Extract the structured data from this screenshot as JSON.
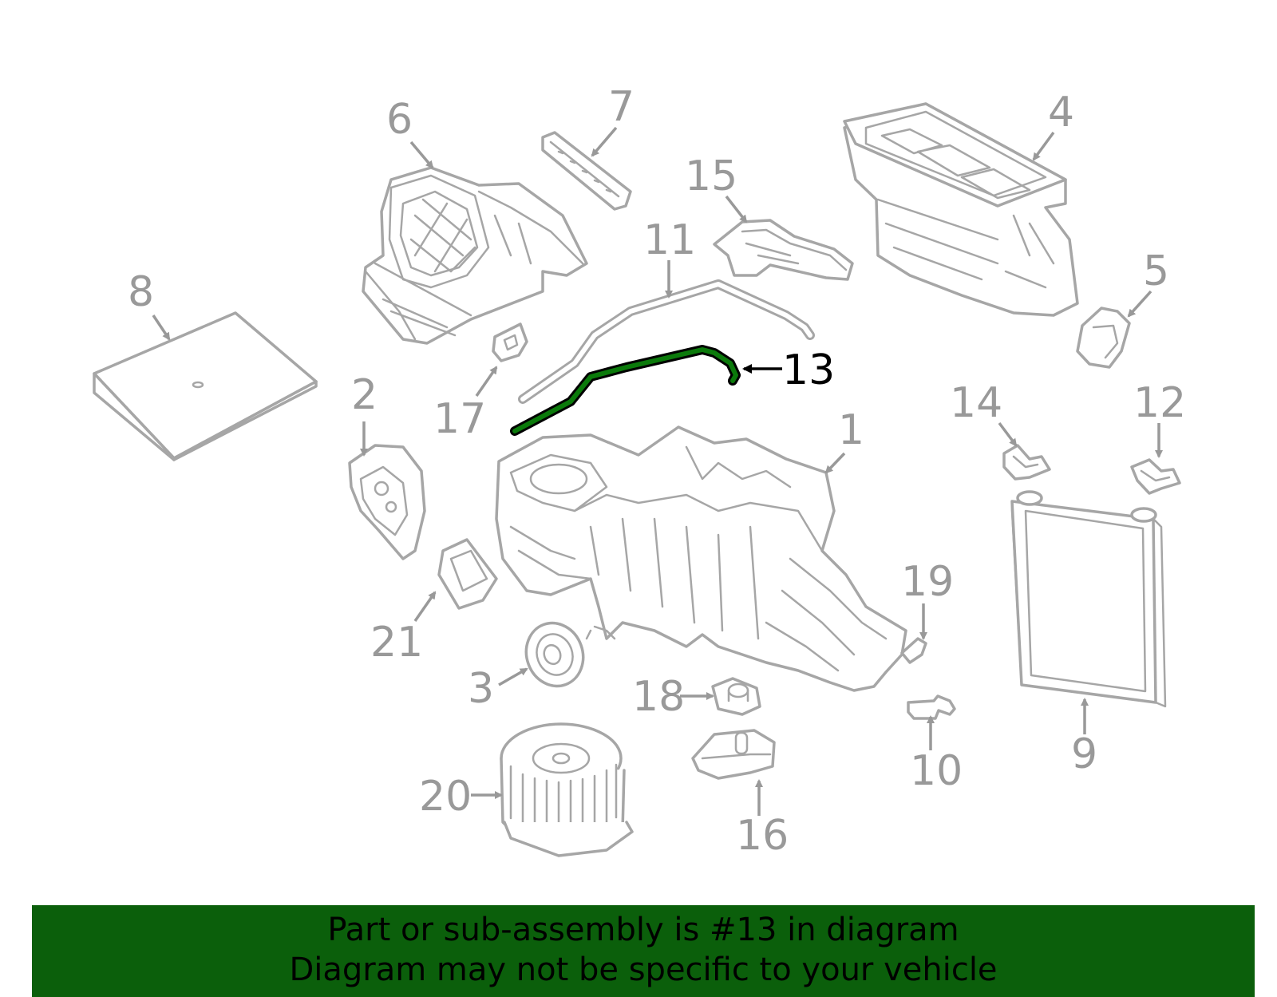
{
  "diagram": {
    "highlight_color": "#0b5f0b",
    "callout_color": "#999999",
    "highlighted_part": "13",
    "callouts": {
      "c1": "1",
      "c2": "2",
      "c3": "3",
      "c4": "4",
      "c5": "5",
      "c6": "6",
      "c7": "7",
      "c8": "8",
      "c9": "9",
      "c10": "10",
      "c11": "11",
      "c12": "12",
      "c13": "13",
      "c14": "14",
      "c15": "15",
      "c16": "16",
      "c17": "17",
      "c18": "18",
      "c19": "19",
      "c20": "20",
      "c21": "21"
    }
  },
  "banner": {
    "line1": "Part or sub-assembly is #13 in diagram",
    "line2": "Diagram may not be specific to your vehicle",
    "background": "#0b5f0b"
  }
}
